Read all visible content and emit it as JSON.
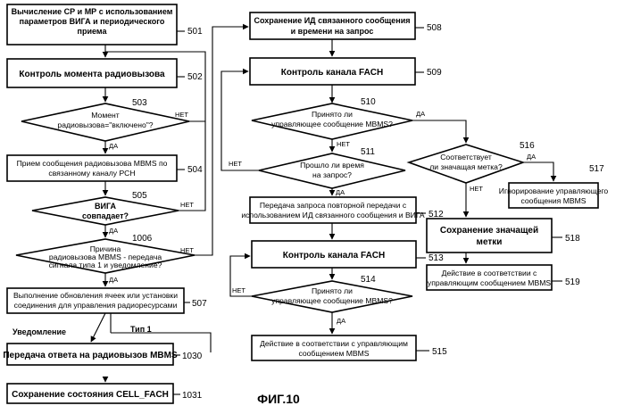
{
  "caption": "ФИГ.10",
  "nodes": {
    "n501": {
      "ref": "501",
      "lines": [
        "Вычисление СР и МР с использованием",
        "параметров ВИГА и периодического",
        "приема"
      ]
    },
    "n502": {
      "ref": "502",
      "lines": [
        "Контроль момента радиовызова"
      ]
    },
    "n503": {
      "ref": "503",
      "lines": [
        "Момент",
        "радиовызова=\"включено\"?"
      ]
    },
    "n504": {
      "ref": "504",
      "lines": [
        "Прием сообщения радиовызова MBMS по",
        "связанному каналу PCH"
      ]
    },
    "n505": {
      "ref": "505",
      "lines": [
        "ВИГА",
        "совпадает?"
      ]
    },
    "n1006": {
      "ref": "1006",
      "lines": [
        "Причина",
        "радиовызова MBMS - передача",
        "сигнала типа 1 и уведомление?"
      ]
    },
    "n507": {
      "ref": "507",
      "lines": [
        "Выполнение обновления ячеек или установки",
        "соединения для управления радиоресурсами"
      ]
    },
    "n1030": {
      "ref": "1030",
      "lines": [
        "Передача ответа на радиовызов MBMS"
      ]
    },
    "n1031": {
      "ref": "1031",
      "lines": [
        "Сохранение состояния CELL_FACH"
      ]
    },
    "n508": {
      "ref": "508",
      "lines": [
        "Сохранение ИД связанного сообщения",
        "и времени на запрос"
      ]
    },
    "n509": {
      "ref": "509",
      "lines": [
        "Контроль канала FACH"
      ]
    },
    "n510": {
      "ref": "510",
      "lines": [
        "Принято ли",
        "управляющее сообщение MBMS?"
      ]
    },
    "n511": {
      "ref": "511",
      "lines": [
        "Прошло ли время",
        "на запрос?"
      ]
    },
    "n512": {
      "ref": "512",
      "lines": [
        "Передача запроса повторной передачи с",
        "использованием ИД связанного сообщения и ВИГА"
      ]
    },
    "n513": {
      "ref": "513",
      "lines": [
        "Контроль канала FACH"
      ]
    },
    "n514": {
      "ref": "514",
      "lines": [
        "Принято ли",
        "управляющее сообщение MBMS?"
      ]
    },
    "n515": {
      "ref": "515",
      "lines": [
        "Действие в соответствии с управляющим",
        "сообщением MBMS"
      ]
    },
    "n516": {
      "ref": "516",
      "lines": [
        "Соответствует",
        "ли значащая метка?"
      ]
    },
    "n517": {
      "ref": "517",
      "lines": [
        "Игнорирование управляющего",
        "сообщения MBMS"
      ]
    },
    "n518": {
      "ref": "518",
      "lines": [
        "Сохранение значащей",
        "метки"
      ]
    },
    "n519": {
      "ref": "519",
      "lines": [
        "Действие в соответствии с",
        "управляющим сообщением MBMS"
      ]
    }
  },
  "branches": {
    "no": "НЕТ",
    "yes": "ДА",
    "notification": "Уведомление",
    "type1": "Тип 1"
  }
}
